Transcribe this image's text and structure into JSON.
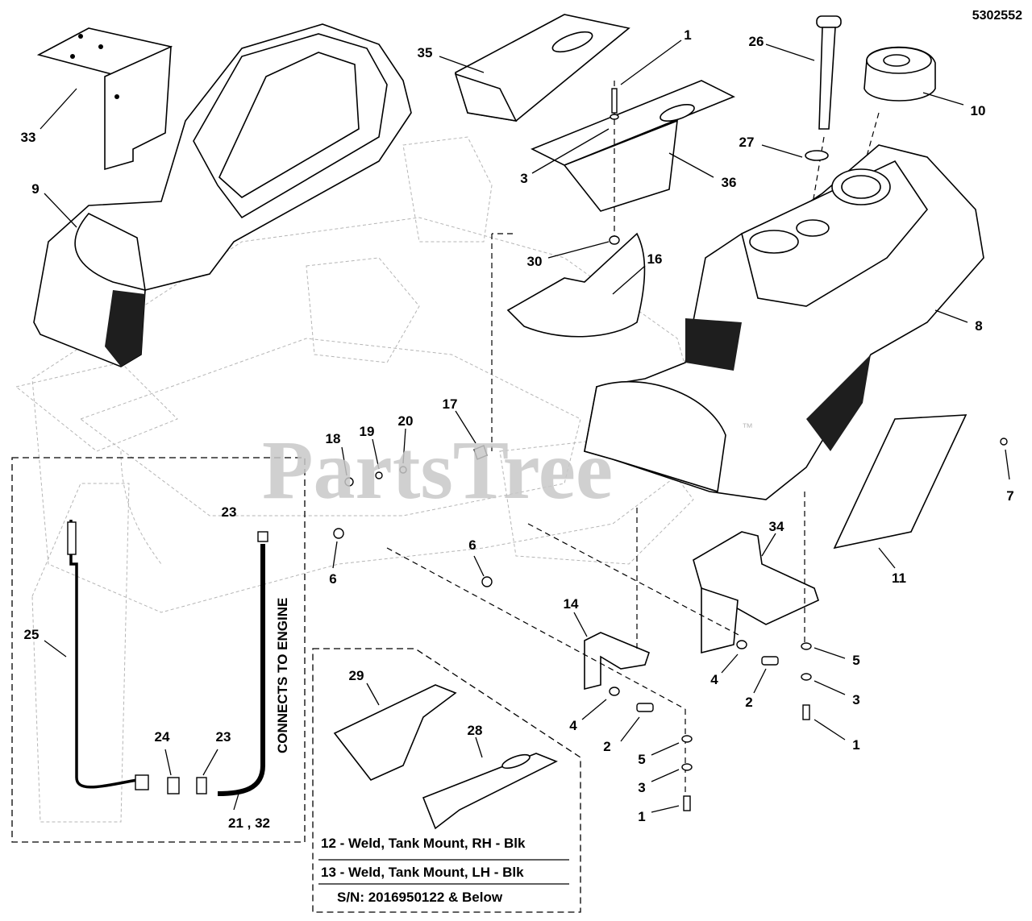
{
  "drawing_number": "5302552",
  "watermark": "PartsTree",
  "watermark_tm": "™",
  "callouts": [
    {
      "id": "c1a",
      "label": "1"
    },
    {
      "id": "c35",
      "label": "35"
    },
    {
      "id": "c26",
      "label": "26"
    },
    {
      "id": "c10",
      "label": "10"
    },
    {
      "id": "c33",
      "label": "33"
    },
    {
      "id": "c27",
      "label": "27"
    },
    {
      "id": "c3a",
      "label": "3"
    },
    {
      "id": "c36",
      "label": "36"
    },
    {
      "id": "c9",
      "label": "9"
    },
    {
      "id": "c30",
      "label": "30"
    },
    {
      "id": "c16",
      "label": "16"
    },
    {
      "id": "c8",
      "label": "8"
    },
    {
      "id": "c17",
      "label": "17"
    },
    {
      "id": "c20",
      "label": "20"
    },
    {
      "id": "c19",
      "label": "19"
    },
    {
      "id": "c18",
      "label": "18"
    },
    {
      "id": "c7",
      "label": "7"
    },
    {
      "id": "c23a",
      "label": "23"
    },
    {
      "id": "c34",
      "label": "34"
    },
    {
      "id": "c6a",
      "label": "6"
    },
    {
      "id": "c6b",
      "label": "6"
    },
    {
      "id": "c11",
      "label": "11"
    },
    {
      "id": "c14",
      "label": "14"
    },
    {
      "id": "c25",
      "label": "25"
    },
    {
      "id": "c5a",
      "label": "5"
    },
    {
      "id": "c4a",
      "label": "4"
    },
    {
      "id": "c2a",
      "label": "2"
    },
    {
      "id": "c3b",
      "label": "3"
    },
    {
      "id": "c29",
      "label": "29"
    },
    {
      "id": "c4b",
      "label": "4"
    },
    {
      "id": "c2b",
      "label": "2"
    },
    {
      "id": "c1b",
      "label": "1"
    },
    {
      "id": "c24",
      "label": "24"
    },
    {
      "id": "c23b",
      "label": "23"
    },
    {
      "id": "c28",
      "label": "28"
    },
    {
      "id": "c5b",
      "label": "5"
    },
    {
      "id": "c3c",
      "label": "3"
    },
    {
      "id": "c1c",
      "label": "1"
    },
    {
      "id": "c2132",
      "label": "21 , 32"
    }
  ],
  "engine_label": "CONNECTS TO ENGINE",
  "notes": [
    "12 - Weld, Tank Mount, RH - Blk",
    "13 - Weld, Tank Mount, LH - Blk",
    "S/N: 2016950122 & Below"
  ]
}
